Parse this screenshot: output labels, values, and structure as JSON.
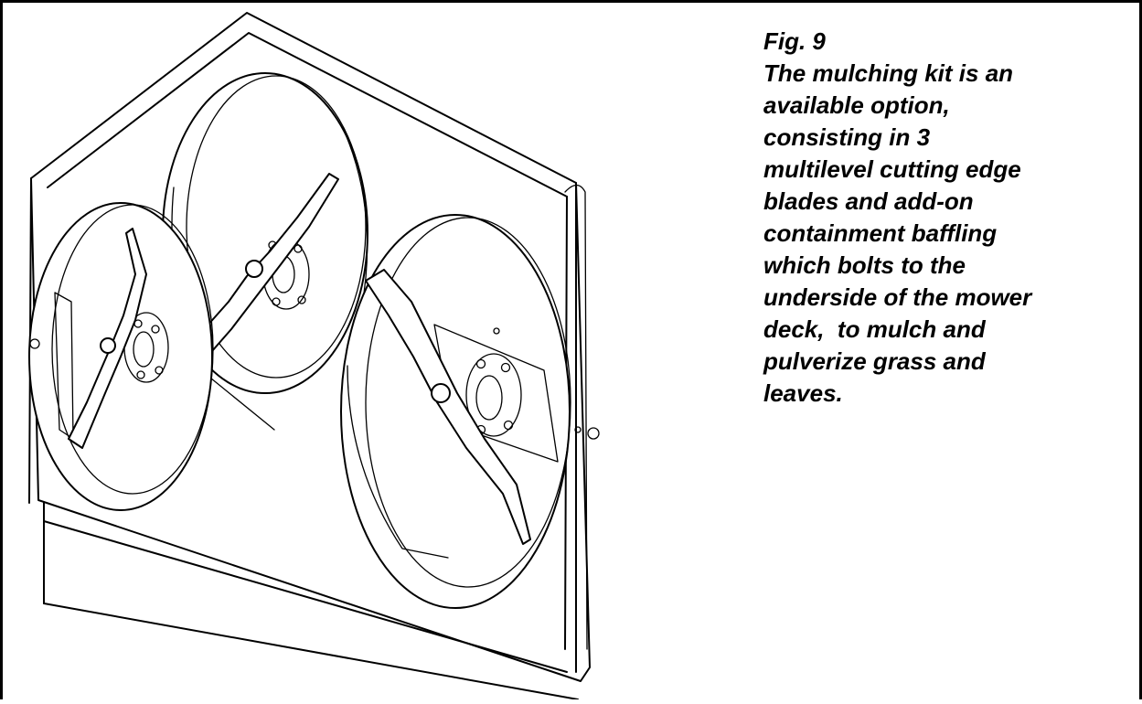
{
  "figure": {
    "label": "Fig. 9",
    "caption_lines": [
      "The mulching kit is an",
      "available option,",
      "consisting in 3",
      "multilevel cutting edge",
      "blades and add-on",
      "containment baffling",
      "which bolts to the",
      "underside of the mower",
      "deck,  to mulch and",
      "pulverize grass and",
      "leaves."
    ],
    "illustration": "mulching-kit-deck-underside-drawing"
  }
}
